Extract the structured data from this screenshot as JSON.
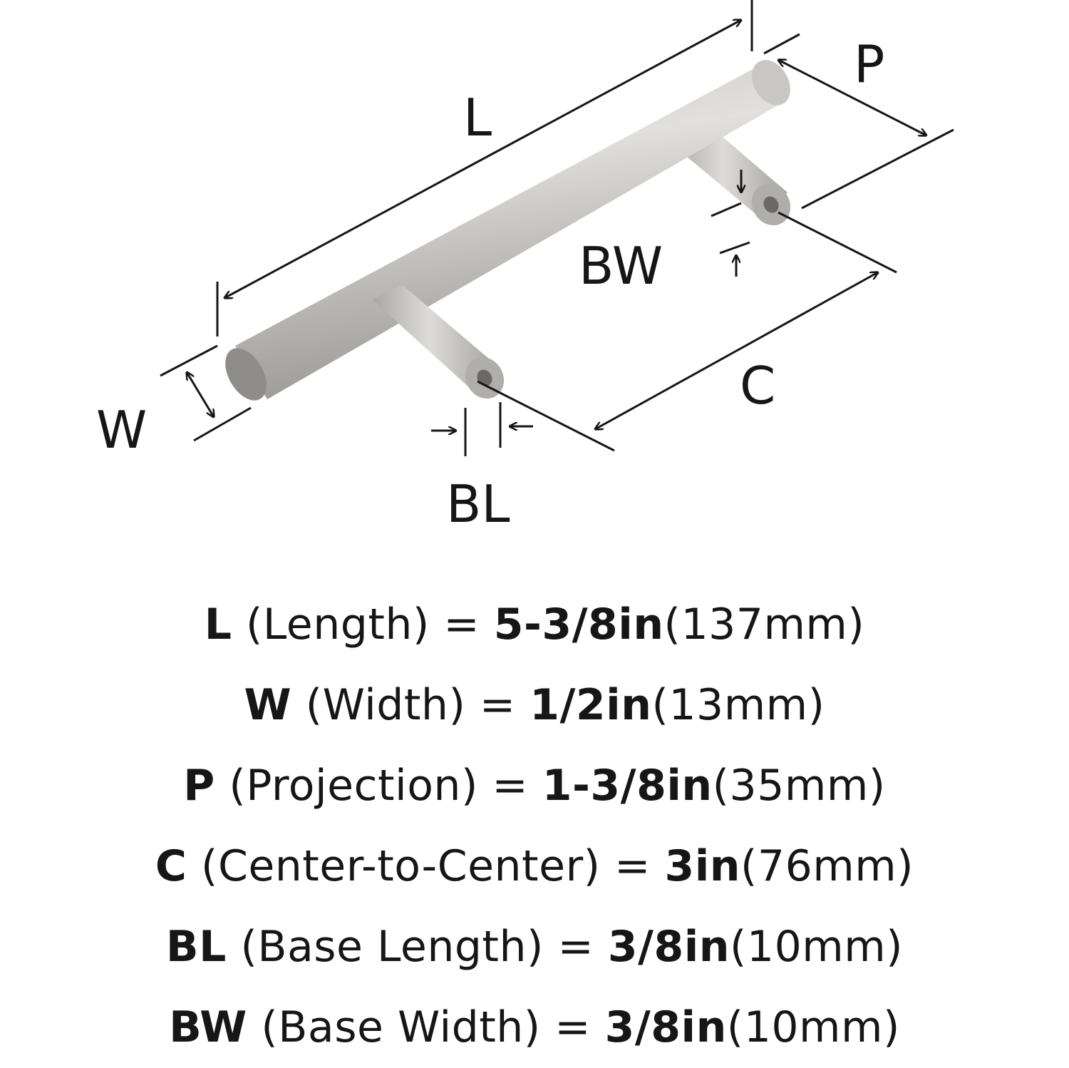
{
  "diagram": {
    "labels": {
      "L": "L",
      "P": "P",
      "BW": "BW",
      "W": "W",
      "BL": "BL",
      "C": "C"
    },
    "colors": {
      "metal_light": "#d4d2cf",
      "metal_mid": "#b7b5b2",
      "metal_dark": "#8f8d8a",
      "ink": "#161616"
    }
  },
  "specs": [
    {
      "code": "L",
      "desc": " (Length) = ",
      "imperial": "5-3/8in",
      "metric": "(137mm)"
    },
    {
      "code": "W",
      "desc": " (Width) = ",
      "imperial": "1/2in",
      "metric": "(13mm)"
    },
    {
      "code": "P",
      "desc": " (Projection) = ",
      "imperial": "1-3/8in",
      "metric": "(35mm)"
    },
    {
      "code": "C",
      "desc": " (Center-to-Center) = ",
      "imperial": "3in",
      "metric": "(76mm)"
    },
    {
      "code": "BL",
      "desc": " (Base Length) = ",
      "imperial": "3/8in",
      "metric": "(10mm)"
    },
    {
      "code": "BW",
      "desc": " (Base Width) = ",
      "imperial": "3/8in",
      "metric": "(10mm)"
    }
  ]
}
